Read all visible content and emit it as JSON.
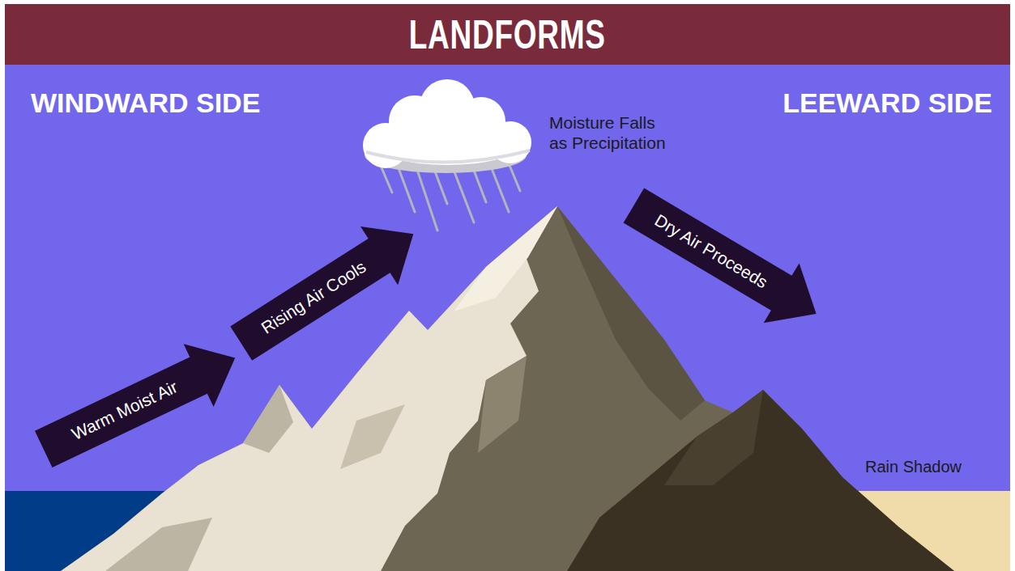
{
  "diagram": {
    "title": "LANDFORMS",
    "nodes": [
      {
        "text": [
          "Warm Moist Air"
        ]
      },
      {
        "text": [
          "Rising Air Cools"
        ]
      },
      {
        "text": [
          "Dry Air Proceeds"
        ]
      }
    ],
    "labels": [
      "WINDWARD SIDE",
      "LEEWARD SIDE",
      "Moisture Falls as Precipitation",
      "Rain Shadow"
    ]
  }
}
